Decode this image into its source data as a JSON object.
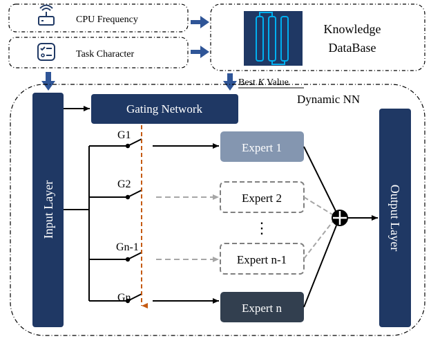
{
  "colors": {
    "navy": "#1f3864",
    "arrow_blue": "#2f5597",
    "expert1_fill": "#8496b0",
    "expertn_fill": "#323f4f",
    "orange_dash": "#c55a11",
    "gray_dash": "#a6a6a6",
    "black": "#000000"
  },
  "inputs": {
    "cpu": {
      "label": "CPU Frequency",
      "icon": "router-icon"
    },
    "task": {
      "label": "Task Character",
      "icon": "checklist-icon"
    }
  },
  "knowledge_db": {
    "line1": "Knowledge",
    "line2": "DataBase",
    "icon": "database-columns-icon"
  },
  "best_k": {
    "prefix": "Best ",
    "k": "K",
    "suffix": " Value"
  },
  "dynamic_nn_label": "Dynamic NN",
  "gating_network": "Gating Network",
  "input_layer": "Input Layer",
  "output_layer": "Output Layer",
  "gates": [
    "G1",
    "G2",
    "Gn-1",
    "Gn"
  ],
  "experts": [
    "Expert 1",
    "Expert 2",
    "Expert n-1",
    "Expert n"
  ],
  "ellipsis": "⋮",
  "combine_symbol": "⊕"
}
